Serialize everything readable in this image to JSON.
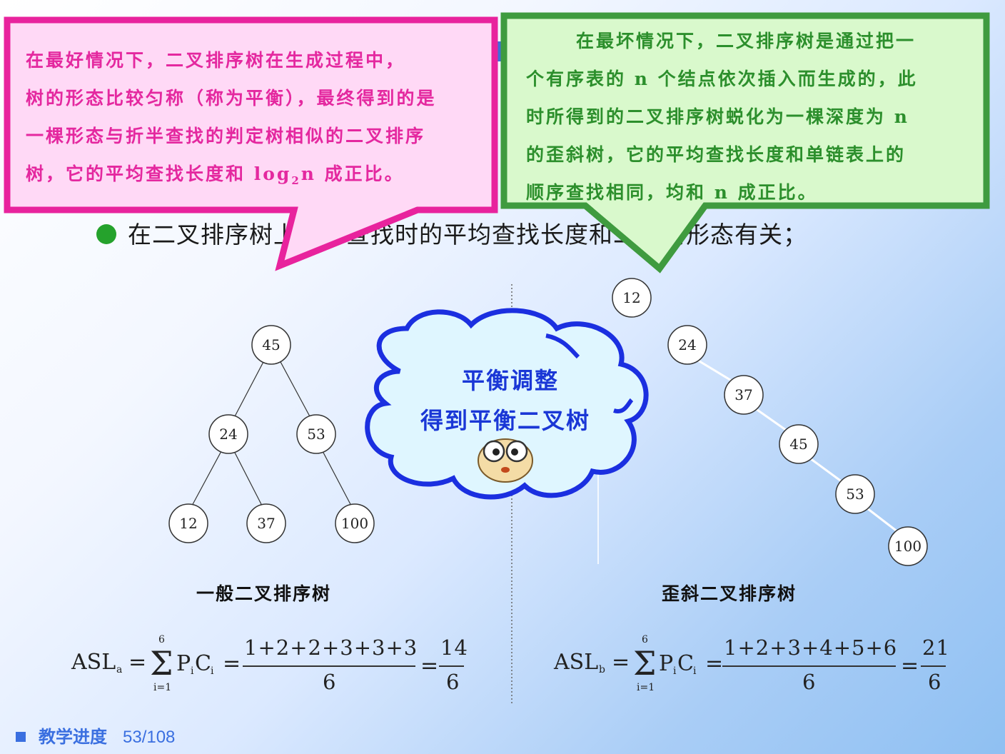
{
  "callouts": {
    "best": {
      "lines": [
        "在最好情况下，二叉排序树在生成过程中，",
        "树的形态比较匀称（称为平衡），最终得到的是",
        "一棵形态与折半查找的判定树相似的二叉排序",
        "树，它的平均查找长度和 log",
        "2",
        "n 成正比。"
      ],
      "border_color": "#e8239d",
      "fill_color": "#ffd9f6"
    },
    "worst": {
      "lines": [
        "在最坏情况下，二叉排序树是通过把一",
        "个有序表的 n 个结点依次插入而生成的，此",
        "时所得到的二叉排序树蜕化为一棵深度为 n",
        "的歪斜树，它的平均查找长度和单链表上的",
        "顺序查找相同，均和 n 成正比。"
      ],
      "border_color": "#3f9b3f",
      "fill_color": "#d9f9cc"
    }
  },
  "bullet": {
    "text": "在二叉排序树上进行查找时的平均查找长度和二叉树形态有关；"
  },
  "cloud": {
    "line1": "平衡调整",
    "line2": "得到平衡二叉树"
  },
  "tree_left": {
    "caption": "一般二叉排序树",
    "nodes": [
      "45",
      "24",
      "53",
      "12",
      "37",
      "100"
    ]
  },
  "tree_right": {
    "caption": "歪斜二叉排序树",
    "nodes": [
      "12",
      "24",
      "37",
      "45",
      "53",
      "100"
    ]
  },
  "formula_left": {
    "asl": "ASL",
    "sub": "a",
    "sigma_top": "6",
    "sigma_bottom": "i=1",
    "term": "P",
    "term_sub1": "i",
    "term2": "C",
    "term_sub2": "i",
    "numerator": "1+2+2+3+3+3",
    "denominator": "6",
    "result_num": "14",
    "result_den": "6"
  },
  "formula_right": {
    "asl": "ASL",
    "sub": "b",
    "sigma_top": "6",
    "sigma_bottom": "i=1",
    "term": "P",
    "term_sub1": "i",
    "term2": "C",
    "term_sub2": "i",
    "numerator": "1+2+3+4+5+6",
    "denominator": "6",
    "result_num": "21",
    "result_den": "6"
  },
  "footer": {
    "label": "教学进度",
    "page": "53/108"
  }
}
